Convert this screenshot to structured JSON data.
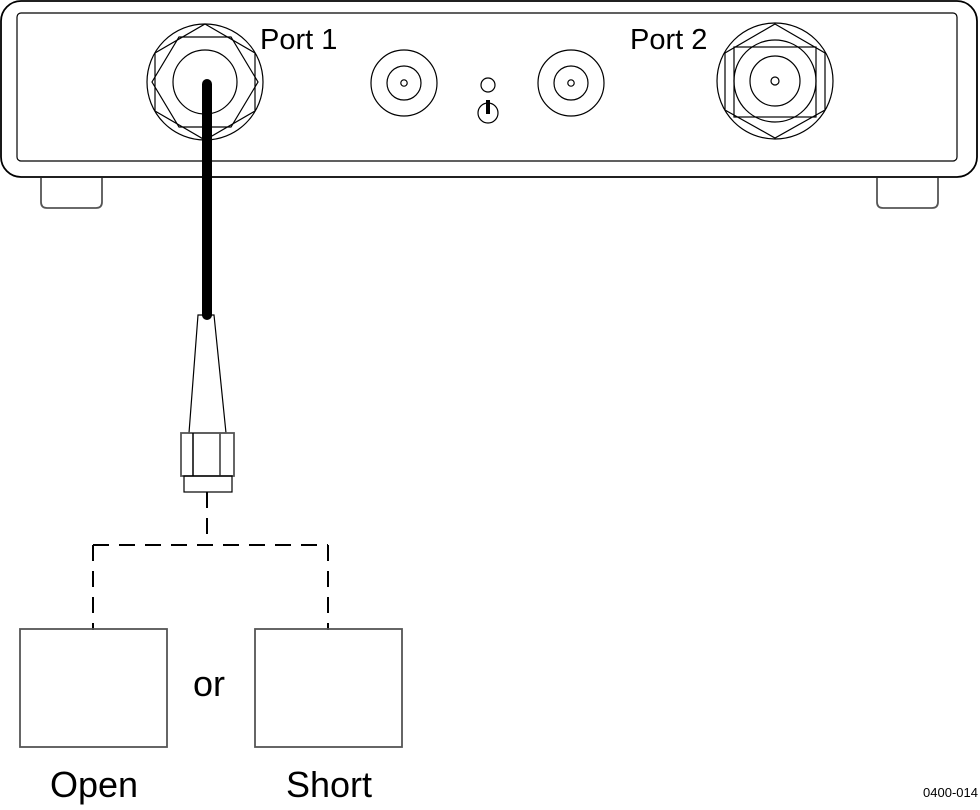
{
  "diagram": {
    "instrument": {
      "port1_label": "Port 1",
      "port2_label": "Port 2"
    },
    "connection": {
      "cable": "black coaxial cable from Port 1",
      "connector": "cable-end connector",
      "separator_label": "or"
    },
    "standards": [
      {
        "label": "Open"
      },
      {
        "label": "Short"
      }
    ],
    "figure_id": "0400-014",
    "colors": {
      "line": "#000000",
      "background": "#ffffff",
      "outline_grey": "#555555"
    }
  }
}
